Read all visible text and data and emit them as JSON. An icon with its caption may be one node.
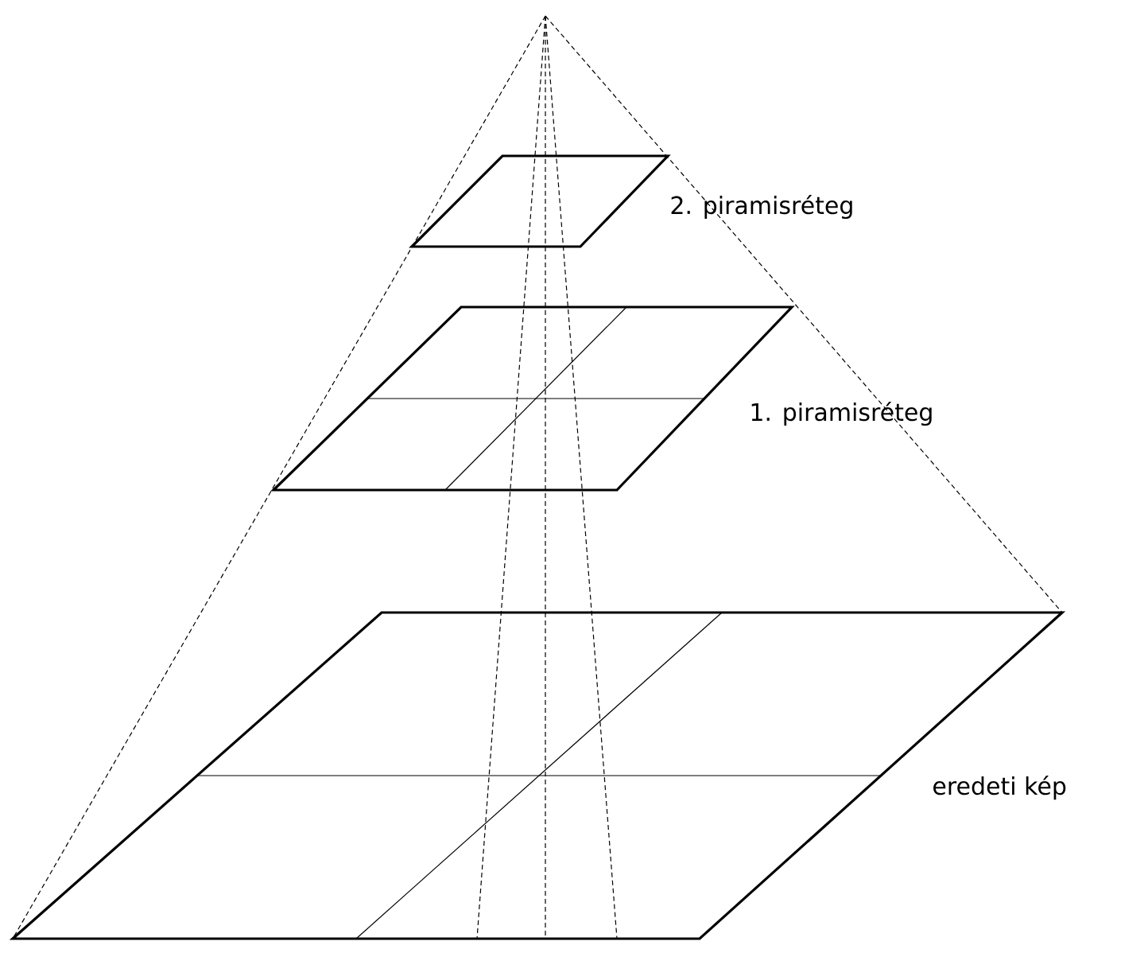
{
  "diagram": {
    "nodes": [
      {
        "text": [
          "2. piramisréteg"
        ]
      },
      {
        "text": [
          "1. piramisréteg"
        ]
      },
      {
        "text": [
          "eredeti kép"
        ]
      }
    ]
  }
}
